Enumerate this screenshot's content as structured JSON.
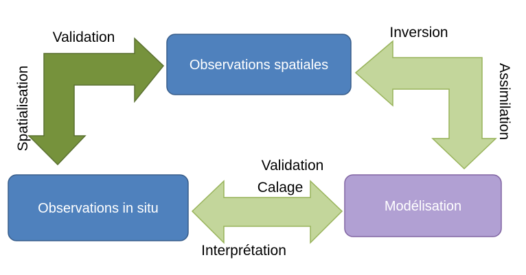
{
  "nodes": {
    "observations_spatiales": {
      "label": "Observations spatiales",
      "color": "#4F81BD"
    },
    "observations_in_situ": {
      "label": "Observations in situ",
      "color": "#4F81BD"
    },
    "modelisation": {
      "label": "Modélisation",
      "color": "#B1A0D3"
    }
  },
  "edges": {
    "validation_spatialisation": {
      "top_label": "Validation",
      "side_label": "Spatialisation",
      "color": "#76923C"
    },
    "inversion_assimilation": {
      "top_label": "Inversion",
      "side_label": "Assimilation",
      "color": "#C3D69B"
    },
    "validation_calage_interpretation": {
      "top_label_line1": "Validation",
      "top_label_line2": "Calage",
      "bottom_label": "Interprétation",
      "color": "#C3D69B"
    }
  },
  "colors": {
    "box_stroke": "#385D8A",
    "purple_stroke": "#8064A2",
    "dark_arrow_stroke": "#5A7030",
    "light_arrow_stroke": "#98B35A",
    "box_text": "#FFFFFF"
  }
}
